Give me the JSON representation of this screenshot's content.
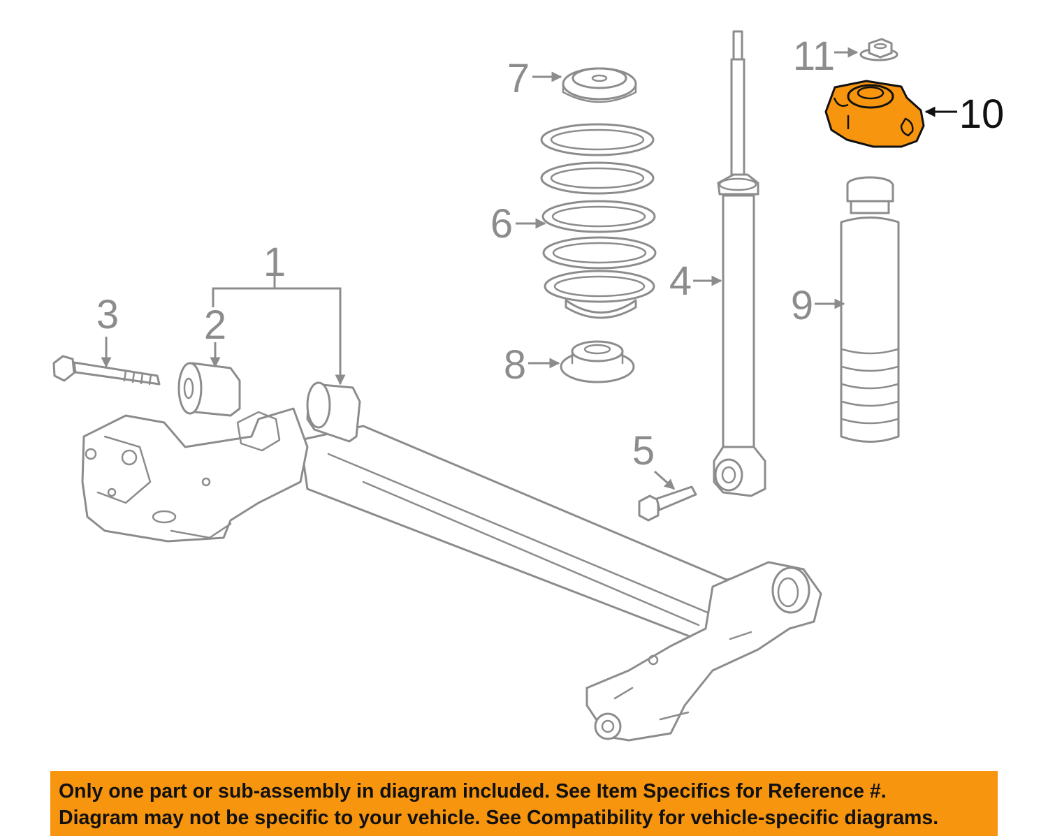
{
  "callouts": [
    "1",
    "2",
    "3",
    "4",
    "5",
    "6",
    "7",
    "8",
    "9",
    "10",
    "11"
  ],
  "highlighted_part": "10",
  "colors": {
    "highlight": "#f7950f",
    "notice_background": "#f7950f",
    "line_art": "#8c8c8c",
    "text_dark": "#111111"
  },
  "notice": {
    "line1": "Only one part or sub-assembly in diagram included. See Item Specifics for Reference #.",
    "line2": "Diagram may not be specific to your vehicle. See Compatibility for vehicle-specific diagrams."
  }
}
